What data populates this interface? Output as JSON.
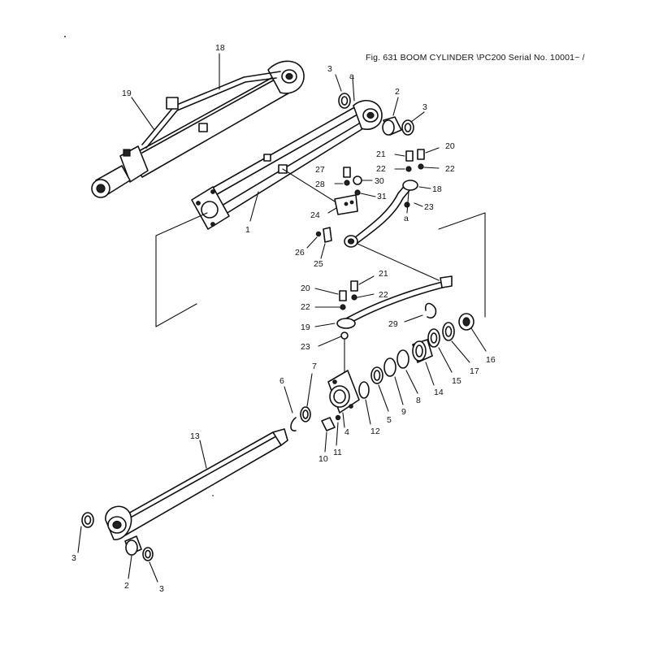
{
  "title": "Fig. 631   BOOM CYLINDER  \\PC200 Serial No. 10001~ /",
  "reference_marks": [
    "a",
    "a"
  ],
  "part_labels": {
    "p1": "1",
    "p2a": "2",
    "p2b": "2",
    "p3a": "3",
    "p3b": "3",
    "p3c": "3",
    "p3d": "3",
    "p4": "4",
    "p5": "5",
    "p6": "6",
    "p7": "7",
    "p8": "8",
    "p9": "9",
    "p10": "10",
    "p11": "11",
    "p12": "12",
    "p13": "13",
    "p14": "14",
    "p15": "15",
    "p16": "16",
    "p17": "17",
    "p18a": "18",
    "p18b": "18",
    "p19a": "19",
    "p19b": "19",
    "p20a": "20",
    "p20b": "20",
    "p21a": "21",
    "p21b": "21",
    "p22a": "22",
    "p22b": "22",
    "p22c": "22",
    "p22d": "22",
    "p23a": "23",
    "p23b": "23",
    "p24": "24",
    "p25": "25",
    "p26": "26",
    "p27": "27",
    "p28": "28",
    "p29": "29",
    "p30": "30",
    "p31": "31"
  }
}
